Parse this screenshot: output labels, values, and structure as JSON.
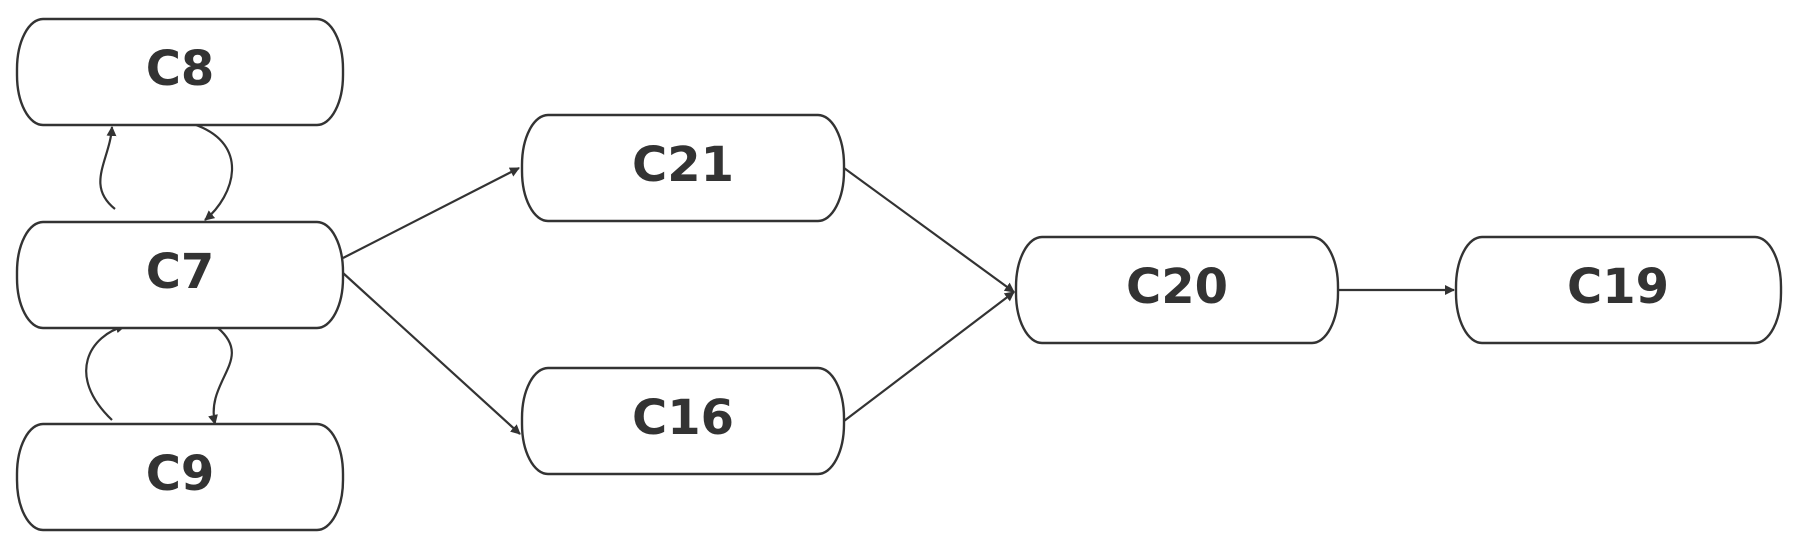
{
  "nodes": [
    {
      "id": "C8",
      "label": "C8"
    },
    {
      "id": "C7",
      "label": "C7"
    },
    {
      "id": "C9",
      "label": "C9"
    },
    {
      "id": "C21",
      "label": "C21"
    },
    {
      "id": "C16",
      "label": "C16"
    },
    {
      "id": "C20",
      "label": "C20"
    },
    {
      "id": "C19",
      "label": "C19"
    }
  ],
  "edges": [
    {
      "from": "C7",
      "to": "C8"
    },
    {
      "from": "C8",
      "to": "C7"
    },
    {
      "from": "C9",
      "to": "C7"
    },
    {
      "from": "C7",
      "to": "C9"
    },
    {
      "from": "C7",
      "to": "C21"
    },
    {
      "from": "C7",
      "to": "C16"
    },
    {
      "from": "C21",
      "to": "C20"
    },
    {
      "from": "C16",
      "to": "C20"
    },
    {
      "from": "C20",
      "to": "C19"
    }
  ]
}
